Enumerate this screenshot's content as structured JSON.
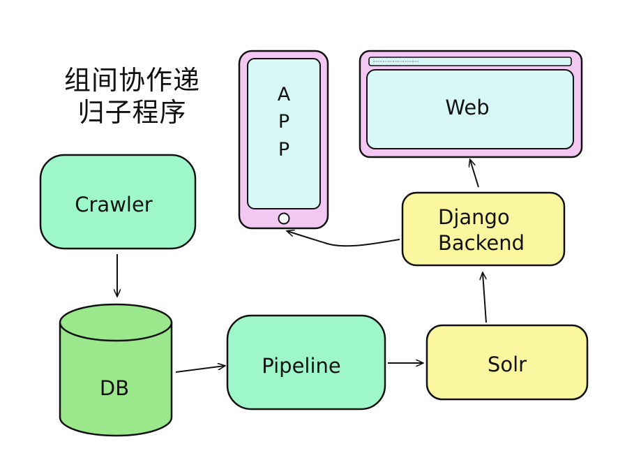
{
  "title": {
    "line1": "组间协作递",
    "line2": "归子程序"
  },
  "nodes": {
    "crawler": "Crawler",
    "db": "DB",
    "pipeline": "Pipeline",
    "solr": "Solr",
    "django_line1": "Django",
    "django_line2": "Backend",
    "web": "Web",
    "app_letter1": "A",
    "app_letter2": "P",
    "app_letter3": "P"
  },
  "colors": {
    "green_node": "#9df7c8",
    "db_green": "#9be78b",
    "yellow_node": "#fbf6a0",
    "screen_cyan": "#d8f8f8",
    "device_pink": "#f2c8f2",
    "stroke": "#111111"
  }
}
